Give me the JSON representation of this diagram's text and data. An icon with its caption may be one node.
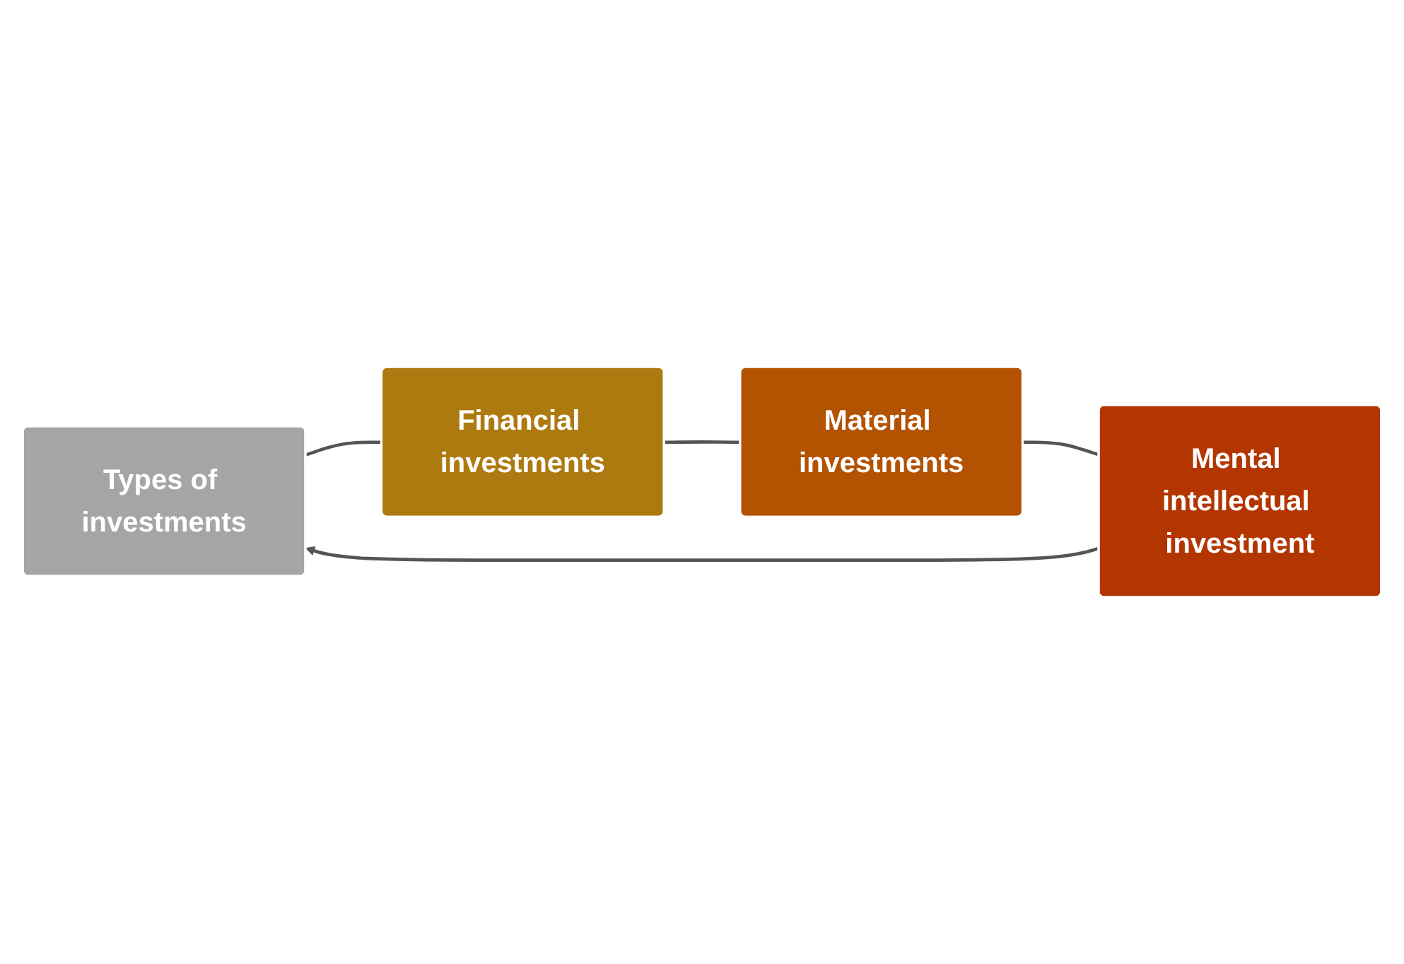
{
  "diagram": {
    "nodes": [
      {
        "text": [
          "Types of investments"
        ]
      },
      {
        "text": [
          "Financial investments"
        ]
      },
      {
        "text": [
          "Material investments"
        ]
      },
      {
        "text": [
          "Mental intellectual investment"
        ]
      }
    ],
    "edges": [
      {
        "from": 0,
        "to": 1,
        "arrow": "none"
      },
      {
        "from": 1,
        "to": 2,
        "arrow": "none"
      },
      {
        "from": 2,
        "to": 3,
        "arrow": "none"
      },
      {
        "from": 3,
        "to": 0,
        "arrow": "to"
      }
    ]
  }
}
